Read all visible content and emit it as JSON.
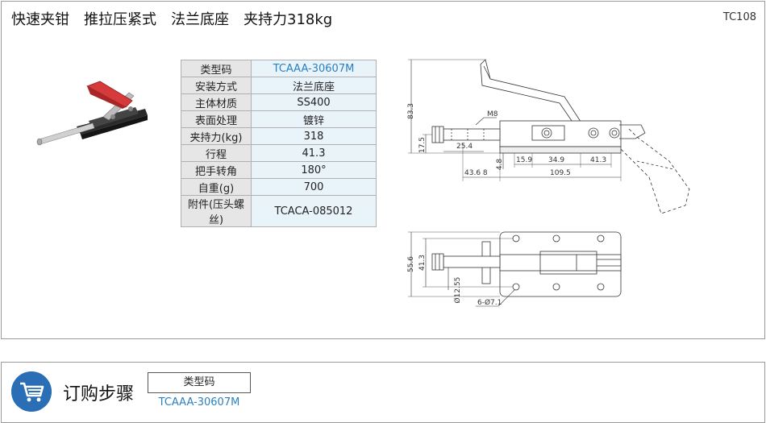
{
  "header": {
    "title": "快速夹钳　推拉压紧式　法兰底座　夹持力318kg",
    "code": "TC108"
  },
  "spec_table": [
    {
      "label": "类型码",
      "value": "TCAAA-30607M"
    },
    {
      "label": "安装方式",
      "value": "法兰底座"
    },
    {
      "label": "主体材质",
      "value": "SS400"
    },
    {
      "label": "表面处理",
      "value": "镀锌"
    },
    {
      "label": "夹持力(kg)",
      "value": "318"
    },
    {
      "label": "行程",
      "value": "41.3"
    },
    {
      "label": "把手转角",
      "value": "180°"
    },
    {
      "label": "自重(g)",
      "value": "700"
    },
    {
      "label": "附件(压头螺丝)",
      "value": "TCACA-085012"
    }
  ],
  "drawing": {
    "dims": {
      "d83_3": "83.3",
      "d17_5": "17.5",
      "m8": "M8",
      "d25_4": "25.4",
      "d15_9": "15.9",
      "d34_9": "34.9",
      "d41_3a": "41.3",
      "d4_8": "4.8",
      "d43_68": "43.6 8",
      "d109_5": "109.5",
      "d55_6": "55.6",
      "d41_3b": "41.3",
      "d12_55": "Ø12.55",
      "d6_71": "6-Ø7.1"
    }
  },
  "order": {
    "title": "订购步骤",
    "type_label": "类型码",
    "type_value": "TCAAA-30607M"
  },
  "colors": {
    "accent": "#2a7fbf",
    "cart_bg": "#2a6fb5",
    "handle_red": "#d63a3a"
  }
}
